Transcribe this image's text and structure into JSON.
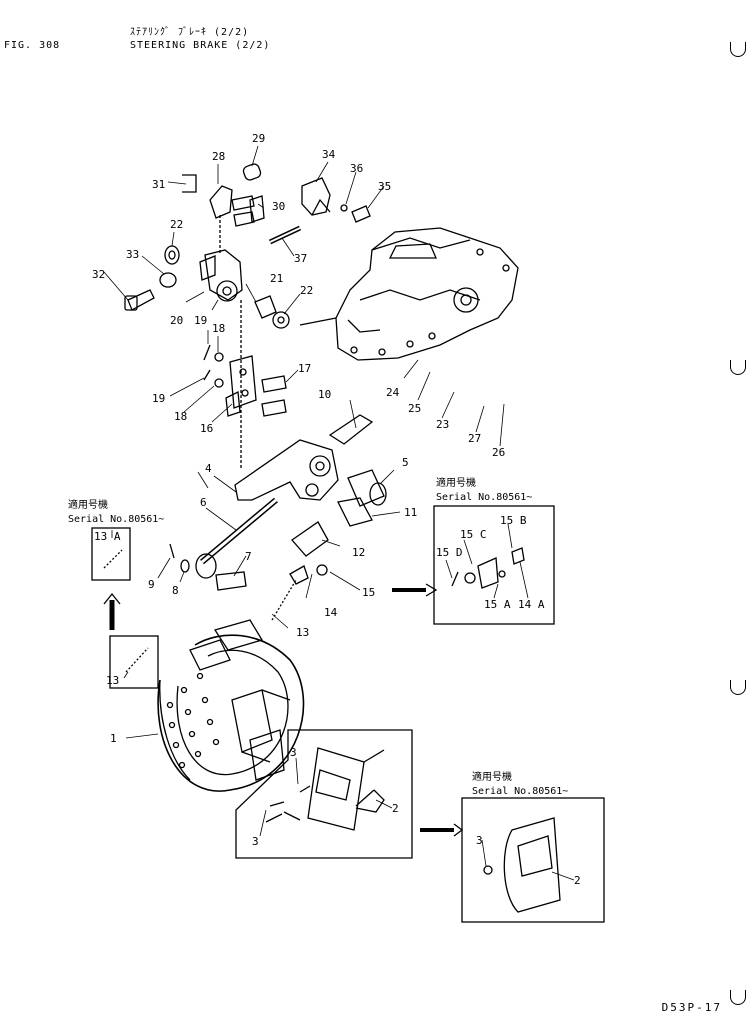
{
  "header": {
    "figure_number": "FIG. 308",
    "title_japanese": "ｽﾃｱﾘﾝｸﾞ ﾌﾞﾚｰｷ (2/2)",
    "title_english": "STEERING BRAKE (2/2)"
  },
  "footer": {
    "page_code": "D53P-17"
  },
  "callouts": [
    "1",
    "2",
    "3",
    "4",
    "5",
    "6",
    "7",
    "8",
    "9",
    "10",
    "11",
    "12",
    "13",
    "13 A",
    "14",
    "14 A",
    "15",
    "15 A",
    "15 B",
    "15 C",
    "15 D",
    "16",
    "17",
    "18",
    "19",
    "20",
    "21",
    "22",
    "23",
    "24",
    "25",
    "26",
    "27",
    "28",
    "29",
    "30",
    "31",
    "32",
    "33",
    "34",
    "35",
    "36",
    "37"
  ],
  "serial_notes": {
    "heading_japanese": "適用号機",
    "label": "Serial No.80561~"
  },
  "colors": {
    "ink": "#000000",
    "paper": "#ffffff"
  }
}
